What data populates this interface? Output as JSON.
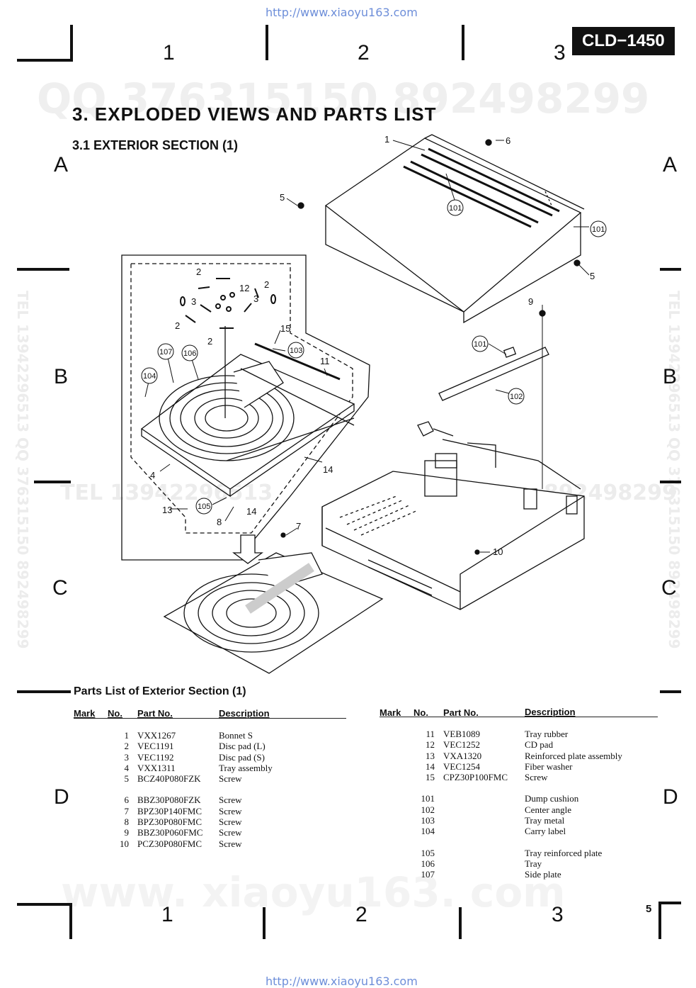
{
  "watermark_url_top": "http://www.xiaoyu163.com",
  "watermark_url_bottom": "http://www.xiaoyu163.com",
  "watermarks": {
    "qq_top": "QQ 376315150  892498299",
    "tel_mid": "TEL 13942296513",
    "tel_mid_right": "892498299",
    "side_left": "TEL 13942296513 QQ 376315150 892498299",
    "side_right": "TEL 13942296513 QQ 376315150 892498299",
    "bottom_site": "www. xiaoyu163. com"
  },
  "model": "CLD−1450",
  "grid": {
    "cols": [
      "1",
      "2",
      "3"
    ],
    "rows": [
      "A",
      "B",
      "C",
      "D"
    ]
  },
  "title": "3. EXPLODED VIEWS AND PARTS LIST",
  "subtitle": "3.1 EXTERIOR SECTION (1)",
  "callouts": [
    "1",
    "2",
    "3",
    "4",
    "5",
    "6",
    "7",
    "8",
    "9",
    "10",
    "11",
    "12",
    "13",
    "14",
    "15",
    "101",
    "102",
    "103",
    "104",
    "105",
    "106",
    "107"
  ],
  "parts_list": {
    "title": "Parts List of Exterior Section (1)",
    "headers": {
      "mark": "Mark",
      "no": "No.",
      "part_no": "Part No.",
      "description": "Description"
    },
    "left_groups": [
      [
        {
          "no": "1",
          "part_no": "VXX1267",
          "description": "Bonnet S"
        },
        {
          "no": "2",
          "part_no": "VEC1191",
          "description": "Disc pad (L)"
        },
        {
          "no": "3",
          "part_no": "VEC1192",
          "description": "Disc pad (S)"
        },
        {
          "no": "4",
          "part_no": "VXX1311",
          "description": "Tray assembly"
        },
        {
          "no": "5",
          "part_no": "BCZ40P080FZK",
          "description": "Screw"
        }
      ],
      [
        {
          "no": "6",
          "part_no": "BBZ30P080FZK",
          "description": "Screw"
        },
        {
          "no": "7",
          "part_no": "BPZ30P140FMC",
          "description": "Screw"
        },
        {
          "no": "8",
          "part_no": "BPZ30P080FMC",
          "description": "Screw"
        },
        {
          "no": "9",
          "part_no": "BBZ30P060FMC",
          "description": "Screw"
        },
        {
          "no": "10",
          "part_no": "PCZ30P080FMC",
          "description": "Screw"
        }
      ]
    ],
    "right_groups": [
      [
        {
          "no": "11",
          "part_no": "VEB1089",
          "description": "Tray rubber"
        },
        {
          "no": "12",
          "part_no": "VEC1252",
          "description": "CD pad"
        },
        {
          "no": "13",
          "part_no": "VXA1320",
          "description": "Reinforced plate assembly"
        },
        {
          "no": "14",
          "part_no": "VEC1254",
          "description": "Fiber washer"
        },
        {
          "no": "15",
          "part_no": "CPZ30P100FMC",
          "description": "Screw"
        }
      ],
      [
        {
          "no": "101",
          "part_no": "",
          "description": "Dump cushion"
        },
        {
          "no": "102",
          "part_no": "",
          "description": "Center angle"
        },
        {
          "no": "103",
          "part_no": "",
          "description": "Tray metal"
        },
        {
          "no": "104",
          "part_no": "",
          "description": "Carry label"
        }
      ],
      [
        {
          "no": "105",
          "part_no": "",
          "description": "Tray reinforced plate"
        },
        {
          "no": "106",
          "part_no": "",
          "description": "Tray"
        },
        {
          "no": "107",
          "part_no": "",
          "description": "Side plate"
        }
      ]
    ]
  },
  "page_number": "5"
}
